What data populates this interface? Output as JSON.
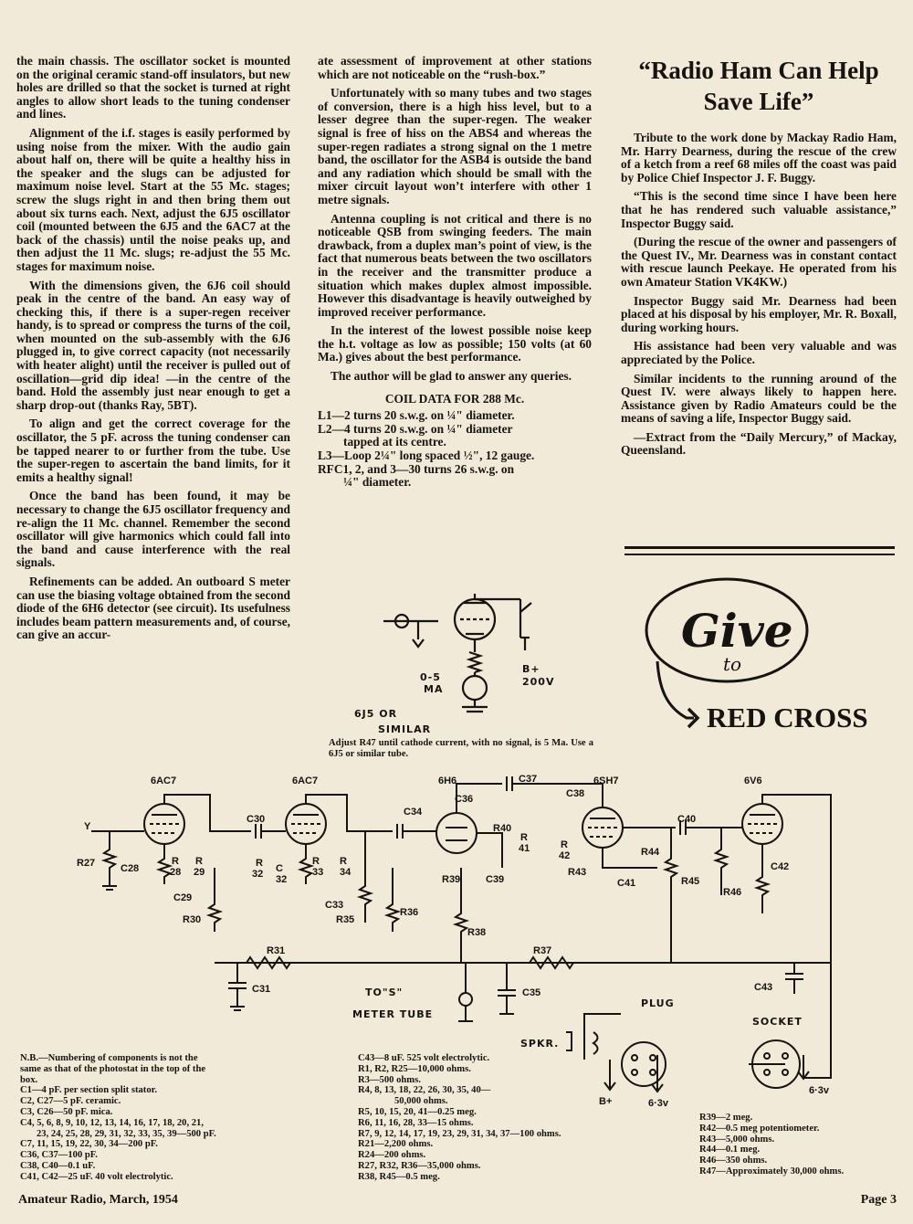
{
  "col1": [
    "the main chassis. The oscillator socket is mounted on the original ceramic stand-off insulators, but new holes are drilled so that the socket is turned at right angles to allow short leads to the tuning condenser and lines.",
    "Alignment of the i.f. stages is easily performed by using noise from the mixer. With the audio gain about half on, there will be quite a healthy hiss in the speaker and the slugs can be adjusted for maximum noise level. Start at the 55 Mc. stages; screw the slugs right in and then bring them out about six turns each. Next, adjust the 6J5 oscillator coil (mounted between the 6J5 and the 6AC7 at the back of the chassis) until the noise peaks up, and then adjust the 11 Mc. slugs; re-adjust the 55 Mc. stages for maximum noise.",
    "With the dimensions given, the 6J6 coil should peak in the centre of the band. An easy way of checking this, if there is a super-regen receiver handy, is to spread or compress the turns of the coil, when mounted on the sub-assembly with the 6J6 plugged in, to give correct capacity (not necessarily with heater alight) until the receiver is pulled out of oscillation—grid dip idea! —in the centre of the band. Hold the assembly just near enough to get a sharp drop-out (thanks Ray, 5BT).",
    "To align and get the correct coverage for the oscillator, the 5 pF. across the tuning condenser can be tapped nearer to or further from the tube. Use the super-regen to ascertain the band limits, for it emits a healthy signal!",
    "Once the band has been found, it may be necessary to change the 6J5 oscillator frequency and re-align the 11 Mc. channel. Remember the second oscillator will give harmonics which could fall into the band and cause interference with the real signals.",
    "Refinements can be added. An outboard S meter can use the biasing voltage obtained from the second diode of the 6H6 detector (see circuit). Its usefulness includes beam pattern measurements and, of course, can give an accur-"
  ],
  "col2": [
    "ate assessment of improvement at other stations which are not noticeable on the “rush-box.”",
    "Unfortunately with so many tubes and two stages of conversion, there is a high hiss level, but to a lesser degree than the super-regen. The weaker signal is free of hiss on the ABS4 and whereas the super-regen radiates a strong signal on the 1 metre band, the oscillator for the ASB4 is outside the band and any radiation which should be small with the mixer circuit layout won’t interfere with other 1 metre signals.",
    "Antenna coupling is not critical and there is no noticeable QSB from swinging feeders. The main drawback, from a duplex man’s point of view, is the fact that numerous beats between the two oscillators in the receiver and the transmitter produce a situation which makes duplex almost impossible. However this disadvantage is heavily outweighed by improved receiver performance.",
    "In the interest of the lowest possible noise keep the h.t. voltage as low as possible; 150 volts (at 60 Ma.) gives about the best performance.",
    "The author will be glad to answer any queries."
  ],
  "coil": {
    "title": "COIL DATA FOR 288 Mc.",
    "l1": "L1—2 turns 20 s.w.g. on ¼\" diameter.",
    "l2": "L2—4 turns 20 s.w.g. on ¼\" diameter",
    "l2b": "tapped at its centre.",
    "l3": "L3—Loop 2¼\" long spaced ½\", 12 gauge.",
    "rfc": "RFC1, 2, and 3—30 turns 26 s.w.g. on",
    "rfcb": "¼\" diameter."
  },
  "meter": {
    "ma": "0-5",
    "ma2": "MA",
    "bplus": "B+",
    "v": "200V",
    "tube": "6J5 OR",
    "tube2": "SIMILAR"
  },
  "caption": "Adjust R47 until cathode current, with no signal, is 5 Ma. Use a 6J5 or similar tube.",
  "col3": {
    "title1": "“Radio Ham Can Help",
    "title2": "Save Life”",
    "paras": [
      "Tribute to the work done by Mackay Radio Ham, Mr. Harry Dearness, during the rescue of the crew of a ketch from a reef 68 miles off the coast was paid by Police Chief Inspector J. F. Buggy.",
      "“This is the second time since I have been here that he has rendered such valuable assistance,” Inspector Buggy said.",
      "(During the rescue of the owner and passengers of the Quest IV., Mr. Dearness was in constant contact with rescue launch Peekaye. He operated from his own Amateur Station VK4KW.)",
      "Inspector Buggy said Mr. Dearness had been placed at his disposal by his employer, Mr. R. Boxall, during working hours.",
      "His assistance had been very valuable and was appreciated by the Police.",
      "Similar incidents to the running around of the Quest IV. were always likely to happen here. Assistance given by Radio Amateurs could be the means of saving a life, Inspector Buggy said.",
      "—Extract from the “Daily Mercury,” of Mackay, Queensland."
    ]
  },
  "ad": {
    "give": "Give",
    "to": "to",
    "red_cross": "RED CROSS"
  },
  "schematic": {
    "tubes": [
      "6AC7",
      "6AC7",
      "6H6",
      "6SH7",
      "6V6"
    ],
    "labels": {
      "y": "Y",
      "r27": "R27",
      "c28": "C28",
      "r28": "R",
      "r28n": "28",
      "r29": "R",
      "r29n": "29",
      "c29": "C29",
      "r30": "R30",
      "c30": "C30",
      "r32": "R",
      "r32n": "32",
      "c32": "C",
      "c32n": "32",
      "r33": "R",
      "r33n": "33",
      "r34": "R",
      "r34n": "34",
      "c33": "C33",
      "r35": "R35",
      "c34": "C34",
      "r36": "R36",
      "c36": "C36",
      "c37": "C37",
      "c38": "C38",
      "r40": "R40",
      "r41": "R",
      "r41n": "41",
      "r42": "R",
      "r42n": "42",
      "r39": "R39",
      "c39": "C39",
      "r43": "R43",
      "c41": "C41",
      "r44": "R44",
      "c40": "C40",
      "r45": "R45",
      "r46": "R46",
      "c42": "C42",
      "r31": "R31",
      "c31": "C31",
      "r38": "R38",
      "r37": "R37",
      "c35": "C35",
      "c43": "C43",
      "to_s": "TO\"S\"",
      "meter_tube": "METER TUBE",
      "plug": "PLUG",
      "socket": "SOCKET",
      "spkr": "SPKR.",
      "bplus": "B+",
      "v63a": "6·3v",
      "v63b": "6·3v"
    }
  },
  "notes_left": [
    "N.B.—Numbering of components is not the",
    "same as that of the photostat in the top of the",
    "box.",
    "C1—4 pF. per section split stator.",
    "C2, C27—5 pF. ceramic.",
    "C3, C26—50 pF. mica.",
    "C4, 5, 6, 8, 9, 10, 12, 13, 14, 16, 17, 18, 20, 21,",
    "   23, 24, 25, 28, 29, 31, 32, 33, 35, 39—500 pF.",
    "C7, 11, 15, 19, 22, 30, 34—200 pF.",
    "C36, C37—100 pF.",
    "C38, C40—0.1 uF.",
    "C41, C42—25 uF. 40 volt electrolytic."
  ],
  "notes_mid": [
    "C43—8 uF. 525 volt electrolytic.",
    "R1, R2, R25—10,000 ohms.",
    "R3—500 ohms.",
    "  R4, 8, 13, 18, 22, 26, 30, 35, 40—",
    "      50,000 ohms.",
    "R5, 10, 15, 20, 41—0.25 meg.",
    "R6, 11, 16, 28, 33—15 ohms.",
    "R7, 9, 12, 14, 17, 19, 23, 29, 31, 34, 37—100 ohms.",
    "R21—2,200 ohms.",
    "R24—200 ohms.",
    "R27, R32, R36—35,000 ohms.",
    "R38, R45—0.5 meg."
  ],
  "notes_right": [
    "R39—2 meg.",
    "R42—0.5 meg potentiometer.",
    "R43—5,000 ohms.",
    "R44—0.1 meg.",
    "R46—350 ohms.",
    "R47—Approximately 30,000 ohms."
  ],
  "footer": {
    "left": "Amateur Radio, March, 1954",
    "right": "Page 3"
  }
}
